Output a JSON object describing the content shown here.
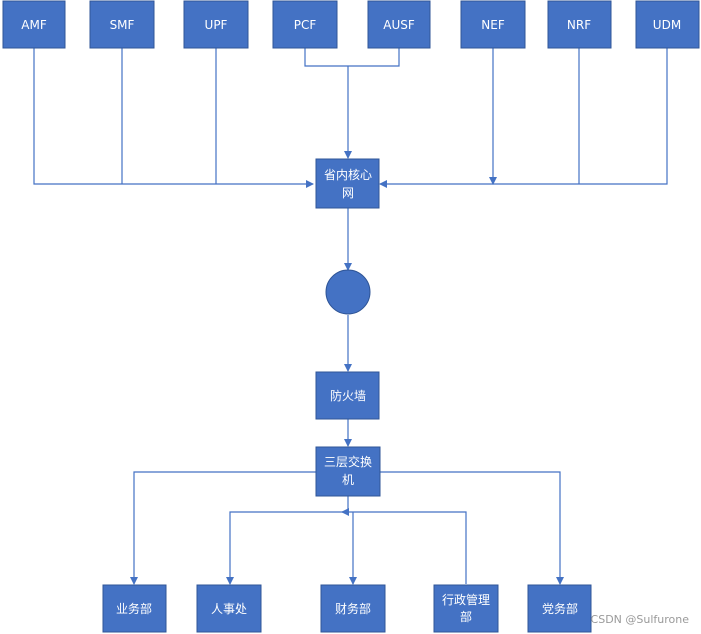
{
  "diagram": {
    "nodes": {
      "amf": "AMF",
      "smf": "SMF",
      "upf": "UPF",
      "pcf": "PCF",
      "ausf": "AUSF",
      "nef": "NEF",
      "nrf": "NRF",
      "udm": "UDM",
      "core": [
        "省内核心",
        "网"
      ],
      "firewall": "防火墙",
      "switch": [
        "三层交换",
        "机"
      ],
      "biz": "业务部",
      "hr": "人事处",
      "finance": "财务部",
      "admin": [
        "行政管理",
        "部"
      ],
      "party": "党务部"
    },
    "colors": {
      "node_fill": "#4472c4",
      "node_stroke": "#2f5597",
      "connector": "#4472c4"
    }
  },
  "watermark": "CSDN @Sulfurone"
}
